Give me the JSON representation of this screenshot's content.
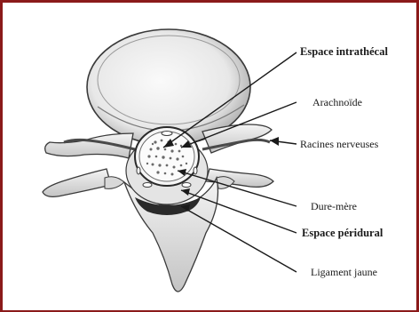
{
  "labels": {
    "intrathecal": "Espace intrathécal",
    "arachnoide": "Arachnoïde",
    "racines": "Racines nerveuses",
    "dure_mere": "Dure-mère",
    "peridural": "Espace péridural",
    "ligament": "Ligament jaune"
  },
  "colors": {
    "frame": "#8b1a1a",
    "line": "#1a1a1a",
    "bone_shadow": "#b8b8b8",
    "ligament": "#2a2a2a"
  }
}
